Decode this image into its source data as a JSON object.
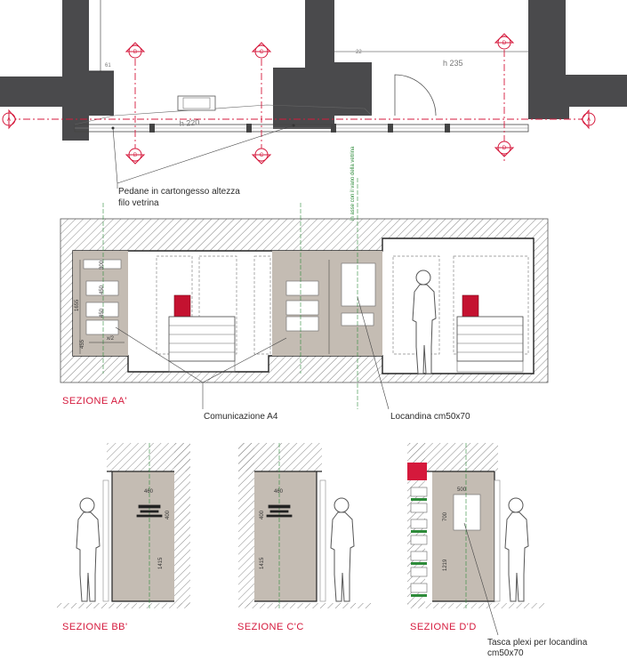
{
  "plan": {
    "dim_h_left": "h 220",
    "dim_h_right": "h 235",
    "dim_small_1": "61",
    "dim_small_2": "22",
    "section_markers": [
      "A",
      "B",
      "C",
      "D"
    ]
  },
  "labels": {
    "pedane_line1": "Pedane in cartongesso altezza",
    "pedane_line2": "filo vetrina",
    "comunicazione": "Comunicazione A4",
    "locandina": "Locandina cm50x70",
    "tasca_line1": "Tasca plexi per locandina",
    "tasca_line2": "cm50x70",
    "vertical_note": "in asse con il vano della vetrina"
  },
  "sections": {
    "aa": "SEZIONE  AA'",
    "bb": "SEZIONE  BB'",
    "cc": "SEZIONE  C'C",
    "dd": "SEZIONE  D'D"
  },
  "dimensions": {
    "aa_300": "300",
    "aa_450a": "450",
    "aa_450b": "450",
    "aa_1655": "1655",
    "aa_455": "455",
    "aa_x2": "x/2",
    "bb_460": "460",
    "bb_400": "400",
    "bb_1415": "1415",
    "cc_460": "460",
    "cc_400": "400",
    "cc_1415": "1415",
    "dd_500": "500",
    "dd_700": "700",
    "dd_1219": "1219"
  },
  "colors": {
    "wall": "#4a4a4c",
    "panel": "#c4bcb3",
    "accent": "#d5193c",
    "axis": "#2e8b3a",
    "hatch": "#8a8a8a"
  }
}
